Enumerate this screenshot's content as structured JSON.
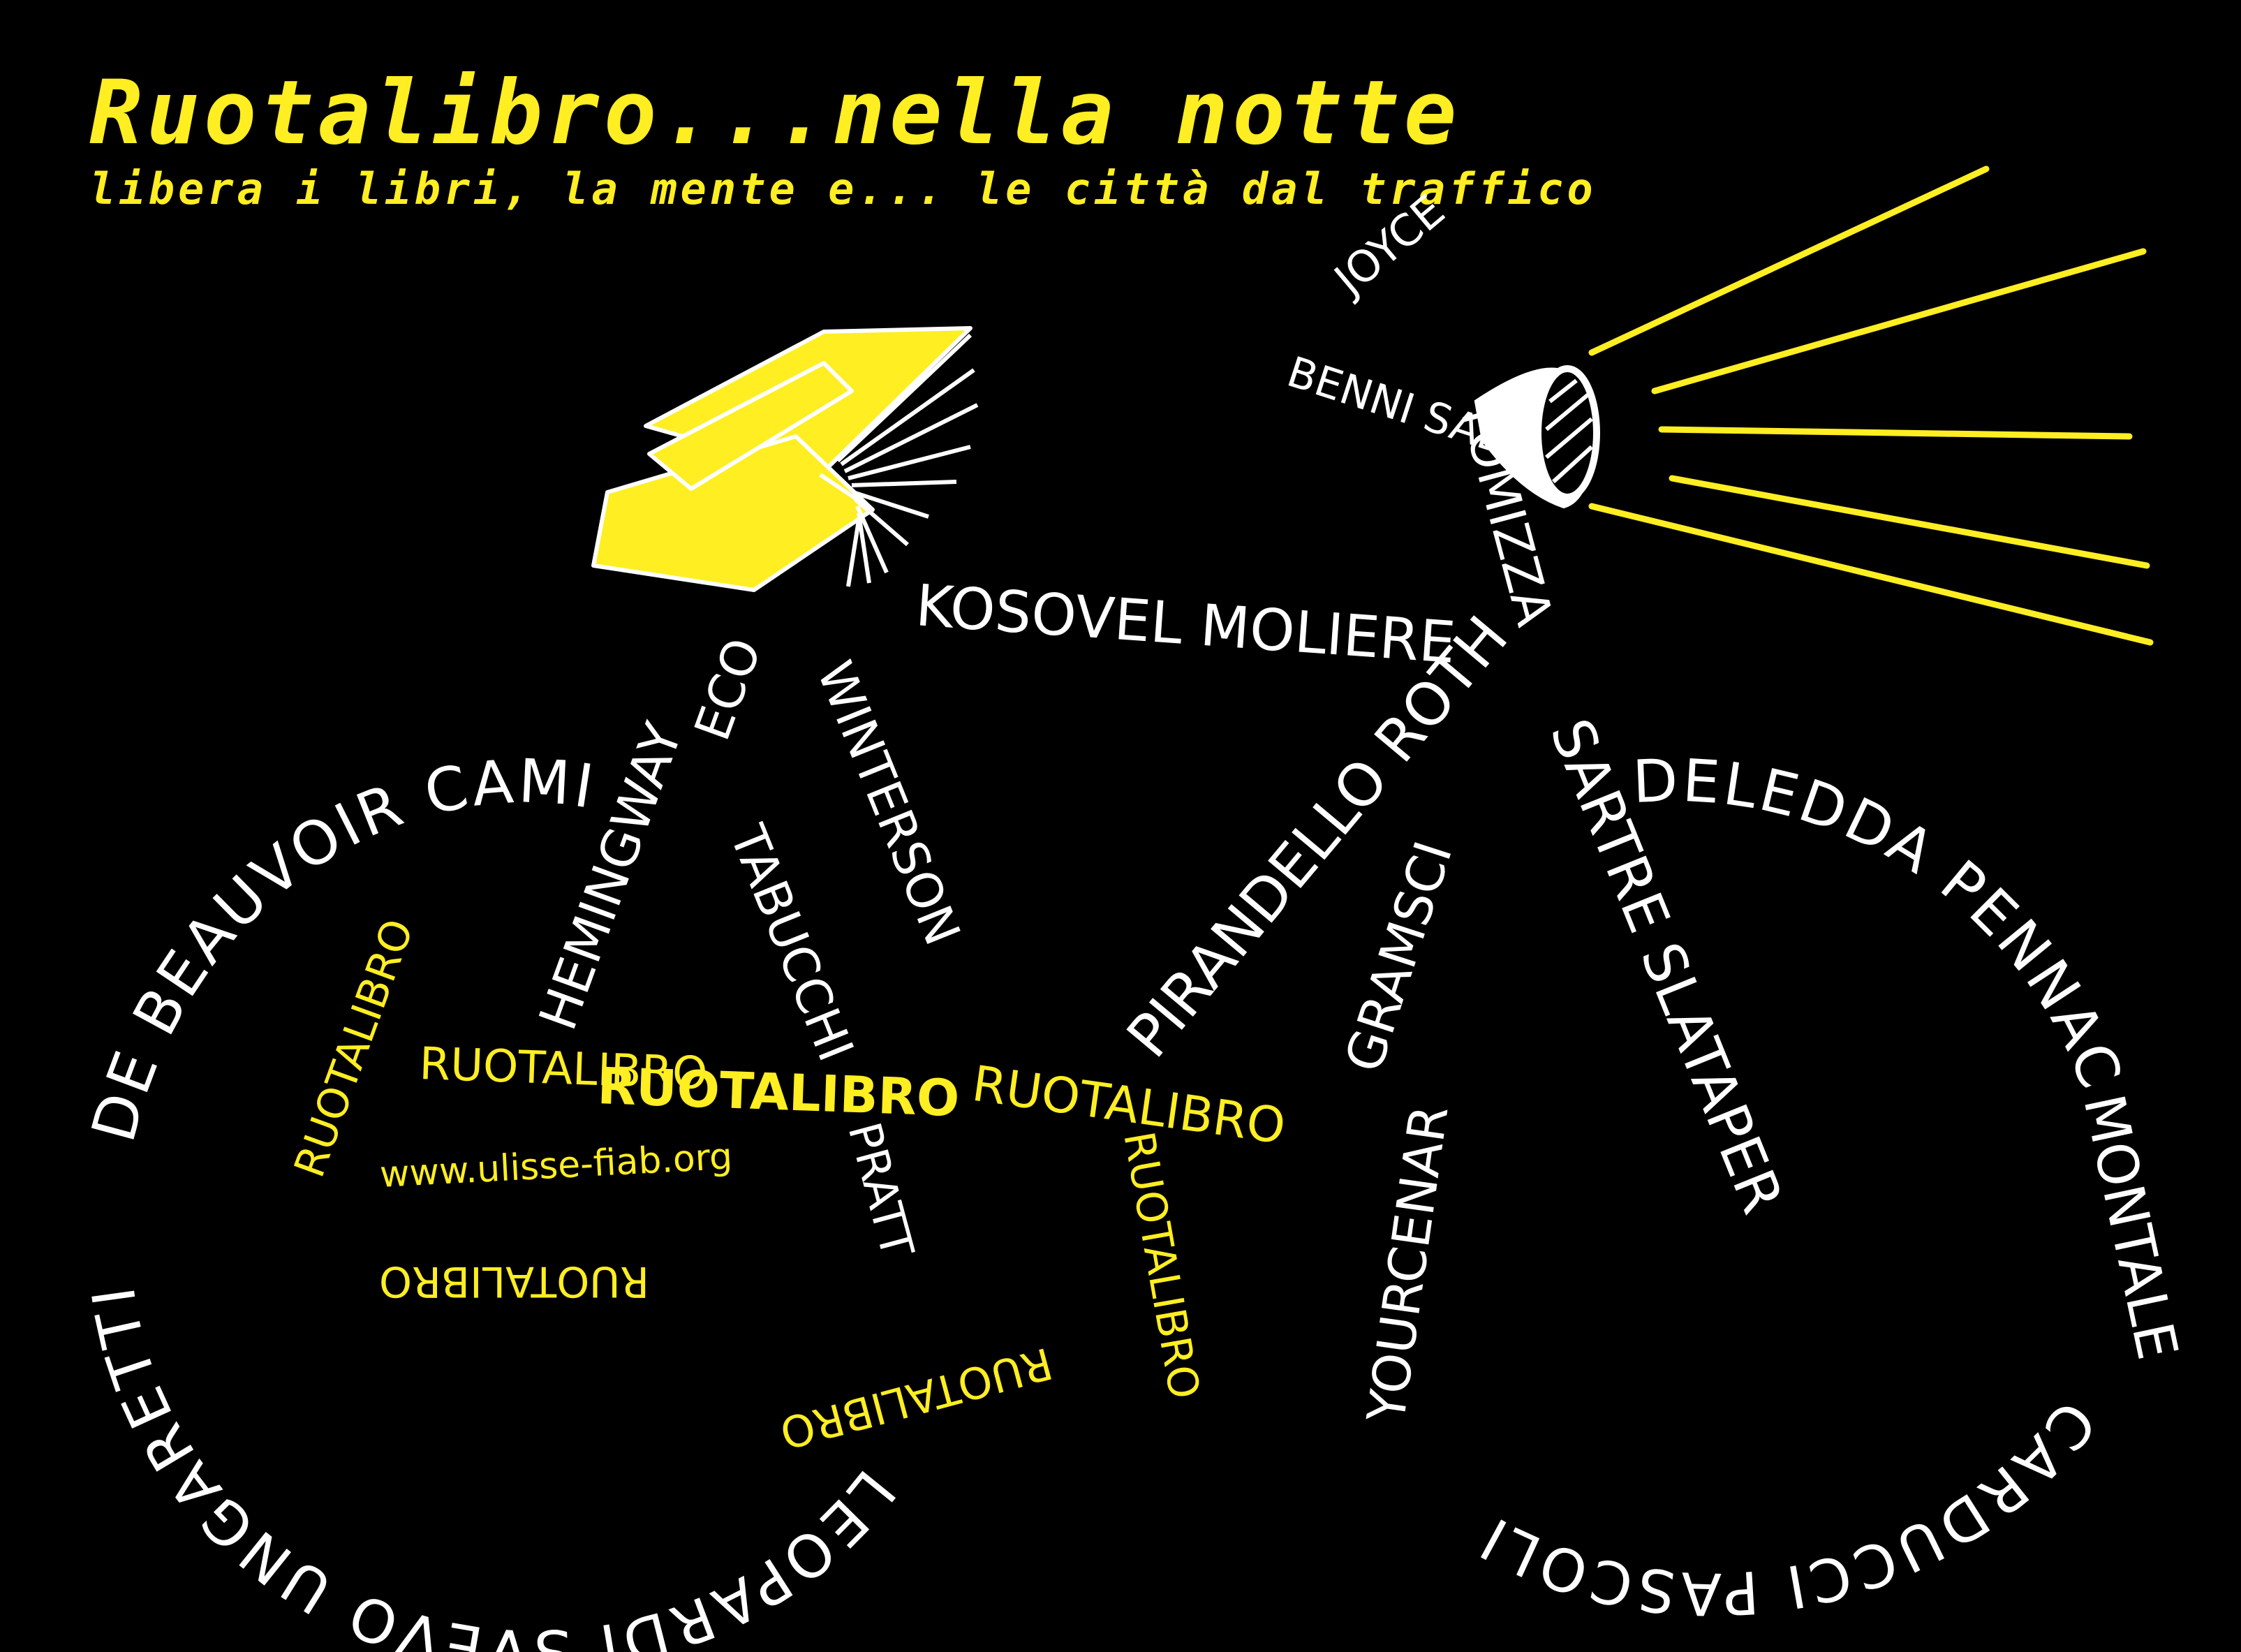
{
  "header": {
    "title": "Ruotalibro...nella notte",
    "subtitle": "libera i libri, la mente e... le città dal traffico"
  },
  "colors": {
    "background": "#000000",
    "accent_yellow": "#ffee22",
    "lines_white": "#ffffff"
  },
  "icons": [
    "open-book-icon",
    "bicycle-headlight-icon",
    "light-rays-icon"
  ],
  "authors": {
    "book_stem": "KOSOVEL MOLIERE",
    "eco": "ECO",
    "winterson": "WINTERSON",
    "hemingway": "HEMINGWAY",
    "tabucchi": "TABUCCHI",
    "pirandello_roth": "PIRANDELLO ROTH",
    "tomizza": "TOMIZZA",
    "joyce": "JOYCE",
    "benni_saba": "BENNI SABA",
    "sartre_slataper": "SARTRE SLATAPER",
    "gramsci": "GRAMSCI",
    "yourcenar": "YOURCENAR",
    "pratt": "PRATT",
    "rear_wheel_top": "DE BEAUVOIR CAMILLERI",
    "rear_wheel_bottom": "LEOPARDI SVEVO UNGARETTI",
    "front_wheel_top": "DELEDDA PENNAC",
    "front_wheel_right": "MONTALE",
    "front_wheel_bottom": "CARDUCCI PASCOLI"
  },
  "chainring": {
    "word_1": "RUOTALIBRO",
    "word_bold": "RUOTALIBRO",
    "word_3": "RUOTALIBRO",
    "word_4": "RUOTALIBRO",
    "word_5": "RUOTALIBRO",
    "word_6": "RUOTALIBRO",
    "word_7": "RUOTALIBRO",
    "website": "www.ulisse-fiab.org"
  }
}
